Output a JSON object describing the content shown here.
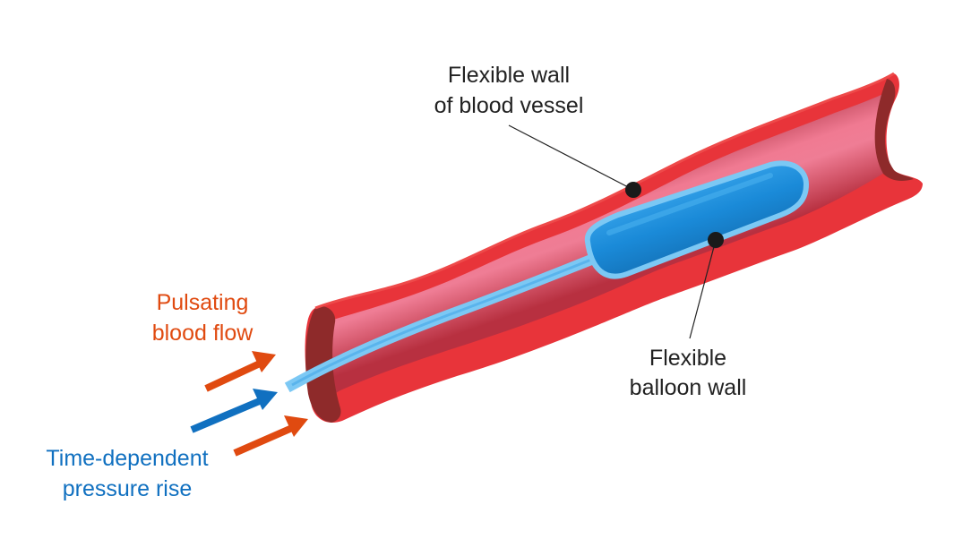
{
  "labels": {
    "vessel_wall": {
      "line1": "Flexible wall",
      "line2": "of blood vessel"
    },
    "balloon_wall": {
      "line1": "Flexible",
      "line2": "balloon wall"
    },
    "pulsating_flow": {
      "line1": "Pulsating",
      "line2": "blood flow"
    },
    "pressure_rise": {
      "line1": "Time-dependent",
      "line2": "pressure rise"
    }
  },
  "colors": {
    "vessel_outer": "#e8343a",
    "vessel_inner": "#c23848",
    "vessel_lumen_light": "#f07a92",
    "vessel_edge_dark": "#8e2a2a",
    "balloon_fill": "#1a8ad8",
    "balloon_border": "#7cc8f4",
    "catheter": "#7cc8f4",
    "flow_arrow": "#e04a10",
    "pressure_arrow": "#1070c0",
    "text_dark": "#222222"
  },
  "icons": [
    "flow-arrow-icon",
    "pressure-arrow-icon",
    "annotation-marker-icon"
  ]
}
